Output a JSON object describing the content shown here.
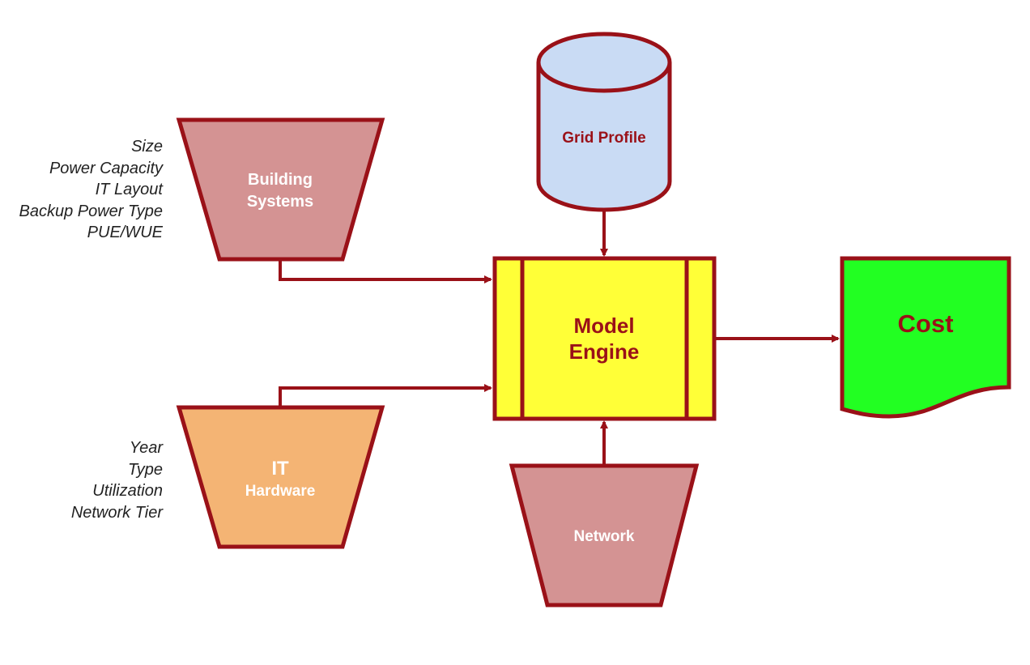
{
  "colors": {
    "stroke": "#9a1118",
    "building": "#d49393",
    "it_hardware": "#f4b474",
    "network": "#d49393",
    "grid": "#c9dbf4",
    "engine": "#ffff37",
    "cost": "#22ff22"
  },
  "nodes": {
    "building_systems": {
      "line1": "Building",
      "line2": "Systems"
    },
    "it_hardware": {
      "line1": "IT",
      "line2": "Hardware"
    },
    "network": {
      "label": "Network"
    },
    "grid_profile": {
      "label": "Grid Profile"
    },
    "model_engine": {
      "line1": "Model",
      "line2": "Engine"
    },
    "cost": {
      "label": "Cost"
    }
  },
  "building_attributes": [
    "Size",
    "Power Capacity",
    "IT Layout",
    "Backup Power Type",
    "PUE/WUE"
  ],
  "hardware_attributes": [
    "Year",
    "Type",
    "Utilization",
    "Network Tier"
  ]
}
